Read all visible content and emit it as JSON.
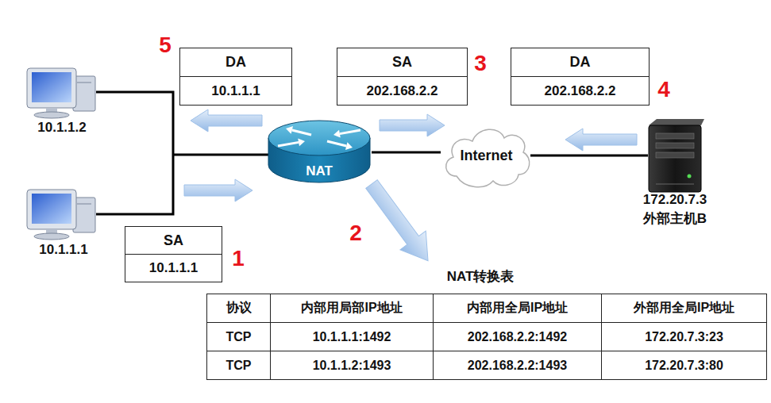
{
  "diagram": {
    "nodes": [
      {
        "text": [
          "DA",
          "10.1.1.1"
        ]
      },
      {
        "text": [
          "SA",
          "202.168.2.2"
        ]
      },
      {
        "text": [
          "DA",
          "202.168.2.2"
        ]
      },
      {
        "text": [
          "NAT"
        ]
      },
      {
        "text": [
          "Internet"
        ]
      },
      {
        "text": [
          "SA",
          "10.1.1.1"
        ]
      }
    ],
    "edges": [
      {
        "from": 3,
        "to": 4,
        "arrow": "none"
      }
    ],
    "labels": [
      "5",
      "3",
      "4",
      "10.1.1.2",
      "10.1.1.1",
      "172.20.7.3",
      "外部主机B",
      "2",
      "1",
      "NAT转换表",
      "协议",
      "内部用局部IP地址",
      "内部用全局IP地址",
      "外部用全局IP地址",
      "TCP",
      "10.1.1.1:1492",
      "202.168.2.2:1492",
      "172.20.7.3:23",
      "TCP",
      "10.1.1.2:1493",
      "202.168.2.2:1493",
      "172.20.7.3:80"
    ]
  }
}
